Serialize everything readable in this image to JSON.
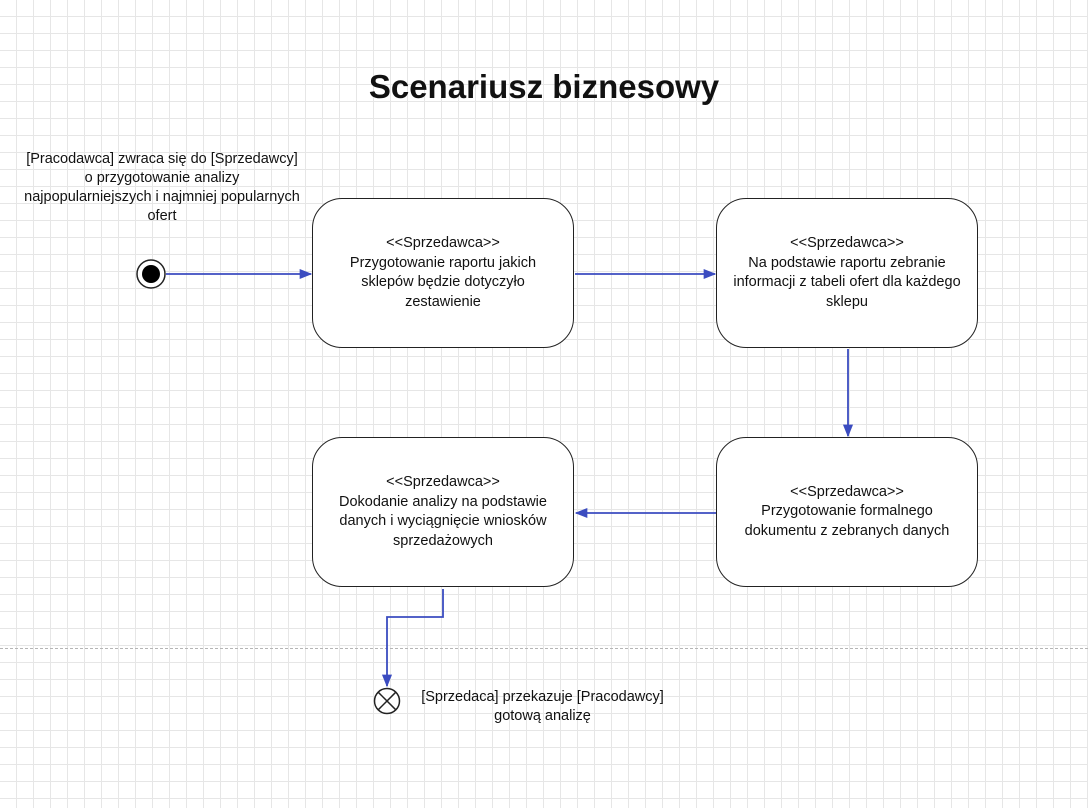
{
  "title": "Scenariusz biznesowy",
  "start_note": "[Pracodawca] zwraca się do [Sprzedawcy] o przygotowanie analizy najpopularniejszych i najmniej popularnych ofert",
  "states": [
    {
      "stereotype": "<<Sprzedawca>>",
      "label": "Przygotowanie raportu jakich sklepów będzie dotyczyło zestawienie"
    },
    {
      "stereotype": "<<Sprzedawca>>",
      "label": "Na podstawie raportu zebranie informacji z tabeli ofert dla każdego sklepu"
    },
    {
      "stereotype": "<<Sprzedawca>>",
      "label": "Przygotowanie formalnego dokumentu z zebranych danych"
    },
    {
      "stereotype": "<<Sprzedawca>>",
      "label": "Dokodanie analizy na podstawie danych i wyciągnięcie wniosków sprzedażowych"
    }
  ],
  "end_note": "[Sprzedaca] przekazuje [Pracodawcy] gotową analizę",
  "colors": {
    "arrow": "#3b4cc0",
    "border": "#222222",
    "grid": "#e6e6e6"
  }
}
